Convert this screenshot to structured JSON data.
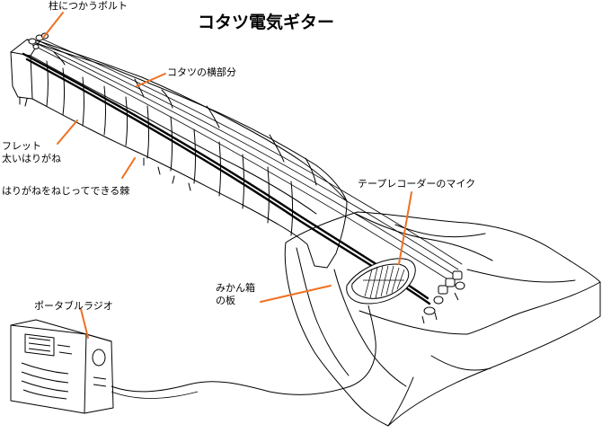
{
  "title": "コタツ電気ギター",
  "labels": {
    "pillar_bolt": "柱につかうボルト",
    "kotatsu_crossbar": "コタツの横部分",
    "fret": "フレット",
    "thick_wire": "太いはりがね",
    "wire_thorn": "はりがねをねじってできる棘",
    "tape_mic": "テープレコーダーのマイク",
    "mikan_box_line1": "みかん箱",
    "mikan_box_line2": "の板",
    "portable_radio": "ポータブルラジオ"
  },
  "colors": {
    "ink": "#000000",
    "leader": "#f07020",
    "background": "#ffffff"
  }
}
